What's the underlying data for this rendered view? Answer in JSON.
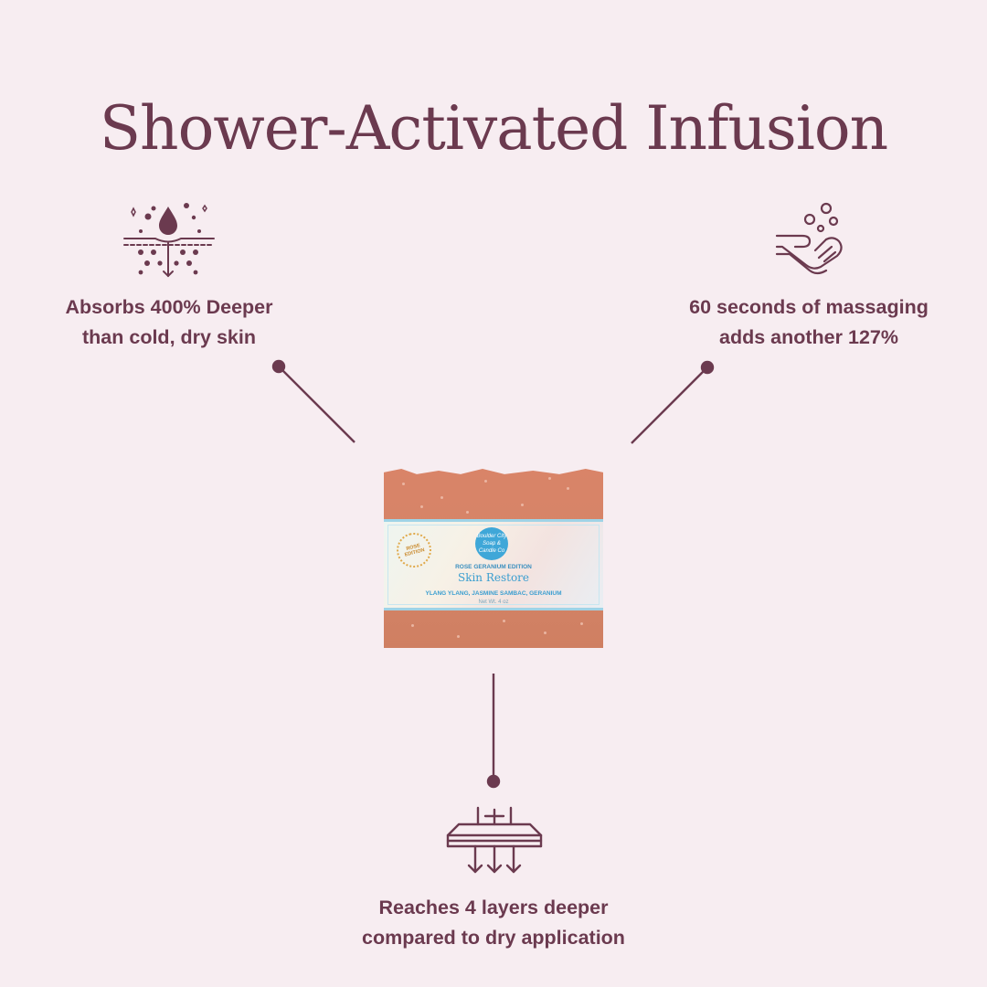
{
  "title": "Shower-Activated Infusion",
  "benefits": {
    "left": {
      "line1": "Absorbs 400% Deeper",
      "line2": "than cold, dry skin",
      "icon": "skin-absorption-droplet-icon"
    },
    "right": {
      "line1": "60 seconds of massaging",
      "line2": "adds another 127%",
      "icon": "hand-washing-bubbles-icon"
    },
    "bottom": {
      "line1": "Reaches 4 layers deeper",
      "line2": "compared to dry application",
      "icon": "skin-layers-penetration-icon"
    }
  },
  "product": {
    "logo_text": "Boulder City Soap & Candle Co",
    "badge": "ROSE EDITION",
    "edition": "ROSE GERANIUM EDITION",
    "name": "Skin Restore",
    "ingredients": "YLANG YLANG, JASMINE SAMBAC, GERANIUM",
    "net_weight": "Net Wt. 4 oz"
  },
  "colors": {
    "background": "#f7edf1",
    "accent": "#6b3a4f",
    "soap": "#d58567",
    "label_blue": "#3a9ed0"
  }
}
